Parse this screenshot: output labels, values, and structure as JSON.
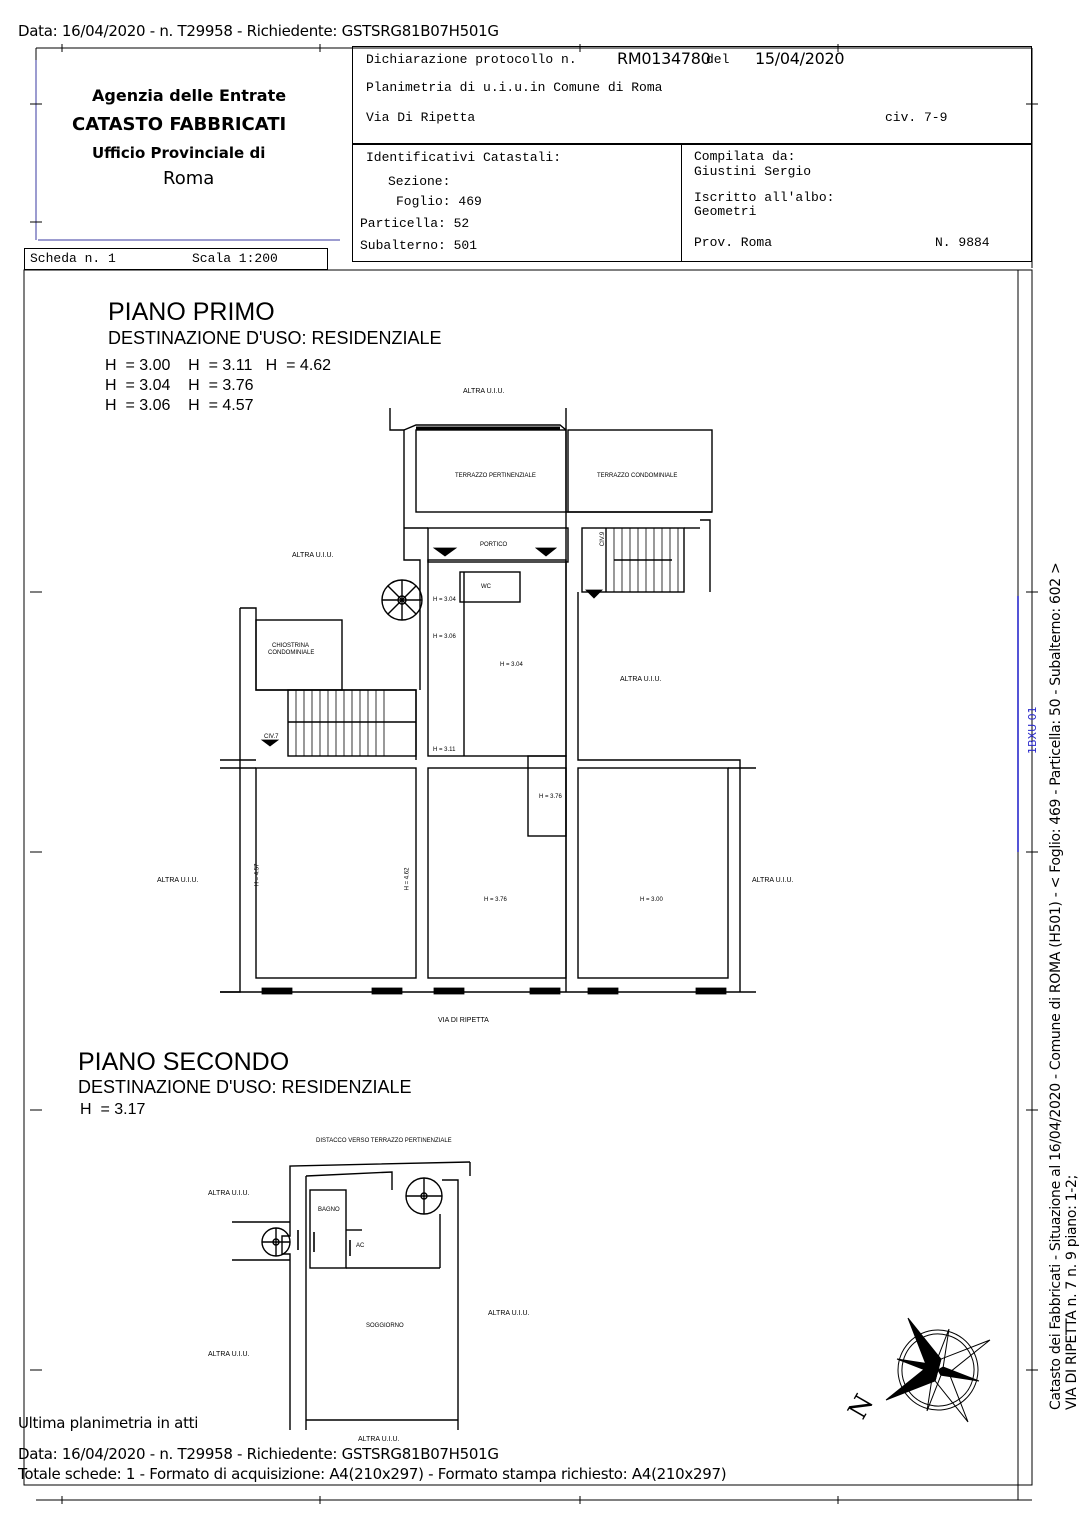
{
  "header": {
    "top_line": "Data: 16/04/2020 - n. T29958 - Richiedente: GSTSRG81B07H501G"
  },
  "agency": {
    "line1": "Agenzia delle Entrate",
    "line2": "CATASTO FABBRICATI",
    "line3": "Ufficio Provinciale di",
    "line4": "Roma"
  },
  "declaration": {
    "label": "Dichiarazione protocollo n.",
    "number": "RM0134780",
    "del_label": "del",
    "date": "15/04/2020",
    "planimetria": "Planimetria di u.i.u.in Comune di Roma",
    "via": "Via Di Ripetta",
    "civ": "civ. 7-9"
  },
  "identifiers": {
    "title": "Identificativi Catastali:",
    "sezione": "Sezione:",
    "foglio": "Foglio: 469",
    "particella": "Particella: 52",
    "subalterno": "Subalterno: 501"
  },
  "compiler": {
    "label": "Compilata da:",
    "name": "Giustini Sergio",
    "albo_label": "Iscritto all'albo:",
    "albo": "Geometri",
    "prov": "Prov. Roma",
    "num": "N. 9884"
  },
  "scheda": {
    "scheda": "Scheda n. 1",
    "scala": "Scala 1:200"
  },
  "piano_primo": {
    "title": "PIANO PRIMO",
    "destinazione": "DESTINAZIONE D'USO: RESIDENZIALE",
    "heights": [
      "H  = 3.00    H  = 3.11   H  = 4.62",
      "H  = 3.04    H  = 3.76",
      "H  = 3.06    H  = 4.57"
    ]
  },
  "piano_primo_labels": {
    "altra_top": "ALTRA U.I.U.",
    "terrazzo_pert": "TERRAZZO PERTINENZIALE",
    "terrazzo_cond": "TERRAZZO CONDOMINIALE",
    "altra_left": "ALTRA U.I.U.",
    "portico": "PORTICO",
    "civ9": "CIV.9",
    "wc": "WC",
    "h304a": "H = 3.04",
    "chiostrina": "CHIOSTRINA",
    "condominiale": "CONDOMINIALE",
    "h306": "H = 3.06",
    "h304b": "H = 3.04",
    "altra_right": "ALTRA U.I.U.",
    "civ7": "CIV.7",
    "h311": "H = 3.11",
    "h376a": "H = 3.76",
    "altra_far_left": "ALTRA U.I.U.",
    "h457": "H = 4.57",
    "h462": "H = 4.62",
    "h376b": "H = 3.76",
    "h300": "H = 3.00",
    "altra_far_right": "ALTRA U.I.U.",
    "via_ripetta": "VIA DI RIPETTA"
  },
  "piano_secondo": {
    "title": "PIANO SECONDO",
    "destinazione": "DESTINAZIONE D'USO: RESIDENZIALE",
    "height": "H  = 3.17"
  },
  "piano_secondo_labels": {
    "distacco": "DISTACCO VERSO TERRAZZO PERTINENZIALE",
    "altra_tl": "ALTRA U.I.U.",
    "bagno": "BAGNO",
    "ac": "AC",
    "altra_r": "ALTRA U.I.U.",
    "soggiorno": "SOGGIORNO",
    "altra_bl": "ALTRA U.I.U.",
    "altra_b": "ALTRA U.I.U."
  },
  "side": {
    "line1": "Catasto dei Fabbricati - Situazione al 16/04/2020 - Comune di ROMA (H501) - <  Foglio: 469 - Particella: 50 - Subalterno: 602 >",
    "line2": "VIA DI RIPETTA n. 7 n. 9 piano: 1-2;",
    "stamp": "1BXU 01"
  },
  "footer": {
    "ultima": "Ultima planimetria in atti",
    "line1": "Data: 16/04/2020 - n. T29958 - Richiedente: GSTSRG81B07H501G",
    "line2": "Totale schede: 1 - Formato di acquisizione: A4(210x297)  - Formato stampa richiesto: A4(210x297)"
  },
  "compass": {
    "n_label": "N"
  }
}
